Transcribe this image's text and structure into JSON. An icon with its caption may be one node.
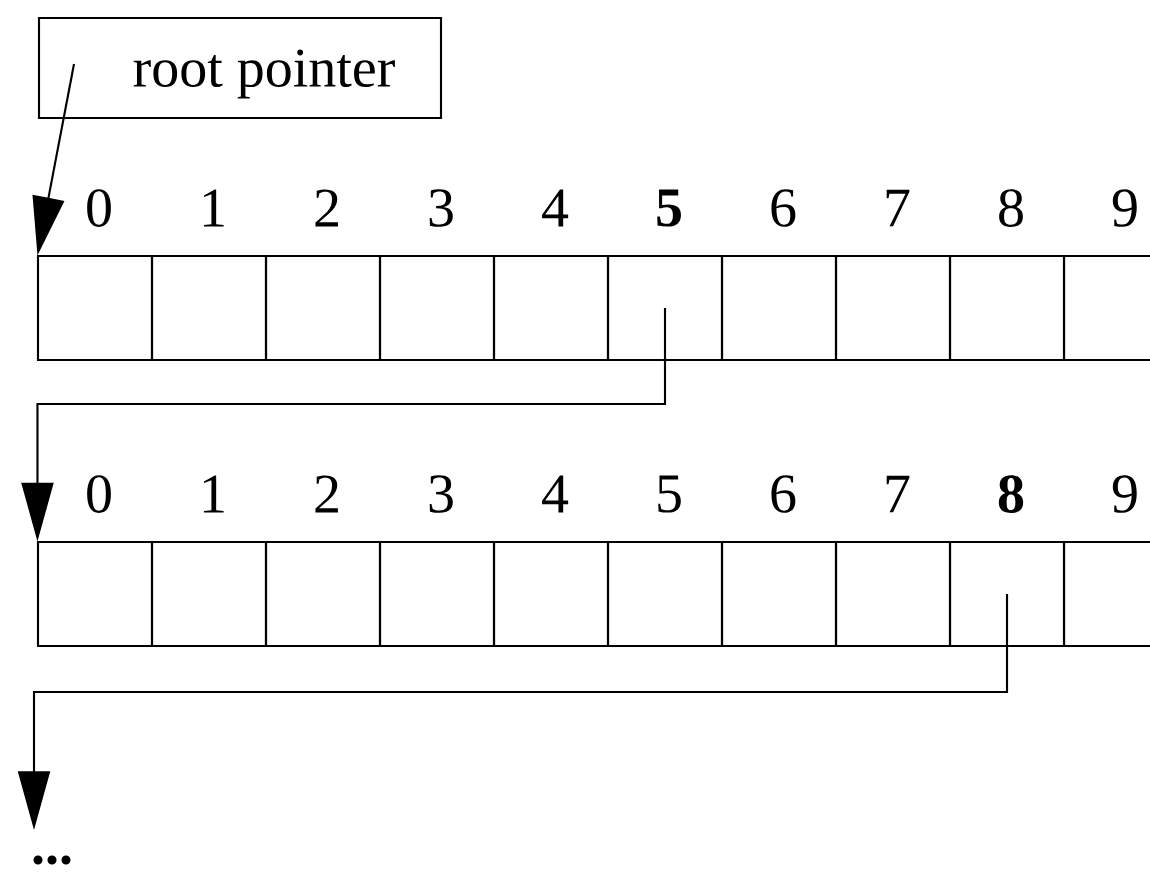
{
  "diagram": {
    "nodes": [
      {
        "text": [
          "root pointer"
        ]
      },
      {
        "text": [],
        "shape": "box"
      },
      {
        "text": [],
        "shape": "box"
      },
      {
        "text": [],
        "shape": "box"
      },
      {
        "text": [],
        "shape": "box"
      },
      {
        "text": [],
        "shape": "box"
      },
      {
        "text": [],
        "shape": "box"
      },
      {
        "text": [],
        "shape": "box"
      },
      {
        "text": [],
        "shape": "box"
      },
      {
        "text": [],
        "shape": "box"
      },
      {
        "text": [],
        "shape": "box"
      },
      {
        "text": [],
        "shape": "box"
      },
      {
        "text": [],
        "shape": "box"
      },
      {
        "text": [],
        "shape": "box"
      },
      {
        "text": [],
        "shape": "box"
      },
      {
        "text": [],
        "shape": "box"
      },
      {
        "text": [],
        "shape": "box"
      },
      {
        "text": [],
        "shape": "box"
      },
      {
        "text": [],
        "shape": "box"
      },
      {
        "text": [],
        "shape": "box"
      },
      {
        "text": [],
        "shape": "box"
      },
      {
        "text": [
          "..."
        ]
      }
    ],
    "edges": [
      {
        "from": 0,
        "to": 1,
        "arrow": "to"
      },
      {
        "from": 6,
        "to": 11,
        "arrow": "to"
      },
      {
        "from": 19,
        "to": 21,
        "arrow": "to"
      }
    ],
    "labels": [
      "0",
      "1",
      "2",
      "3",
      "4",
      "5",
      "6",
      "7",
      "8",
      "9",
      "0",
      "1",
      "2",
      "3",
      "4",
      "5",
      "6",
      "7",
      "8",
      "9"
    ]
  }
}
